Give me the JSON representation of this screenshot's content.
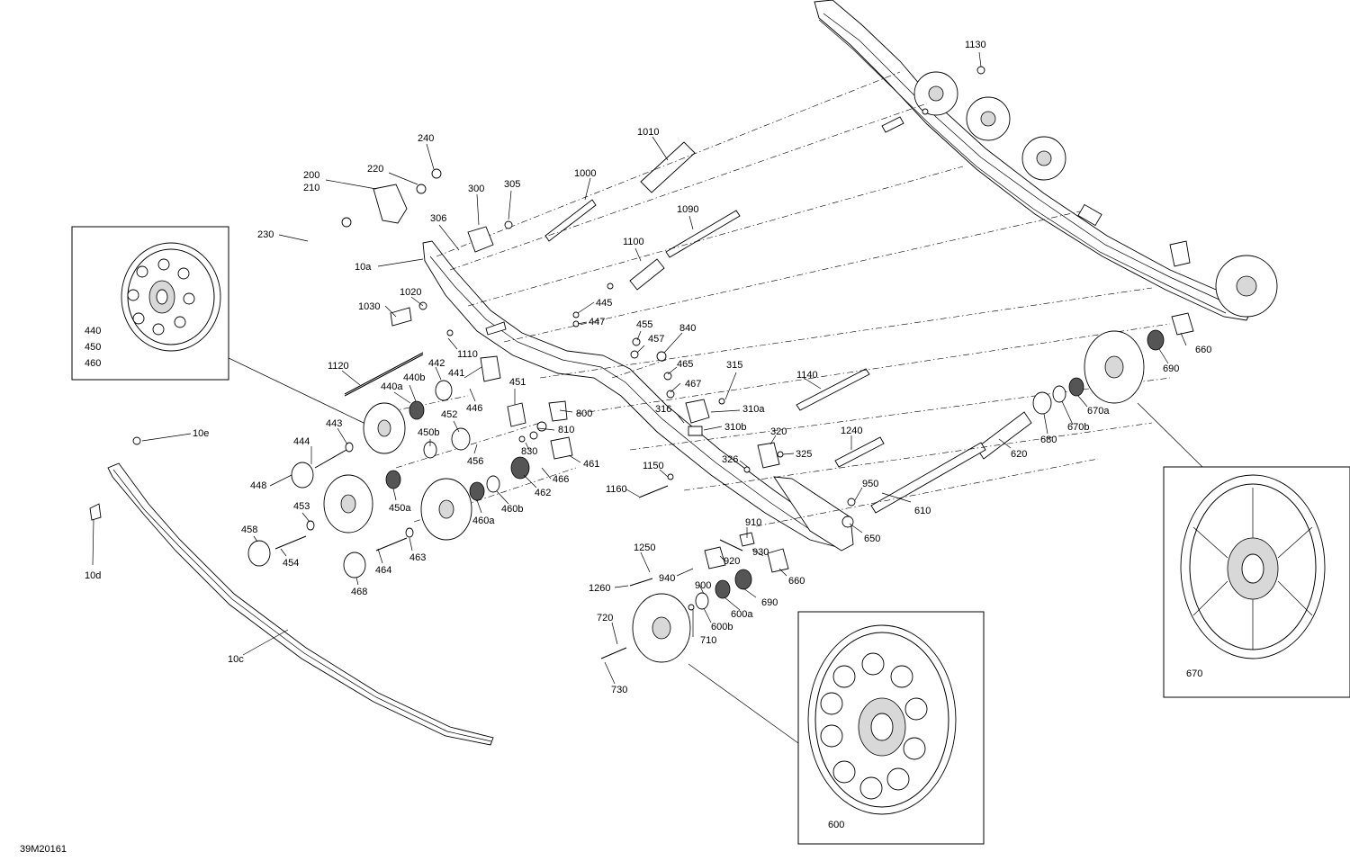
{
  "figure_code": "39M20161",
  "callout_labels": [
    {
      "id": "1130",
      "t": "1130"
    },
    {
      "id": "1010",
      "t": "1010"
    },
    {
      "id": "240",
      "t": "240"
    },
    {
      "id": "200",
      "t": "200"
    },
    {
      "id": "210",
      "t": "210"
    },
    {
      "id": "220",
      "t": "220"
    },
    {
      "id": "300",
      "t": "300"
    },
    {
      "id": "305",
      "t": "305"
    },
    {
      "id": "1000",
      "t": "1000"
    },
    {
      "id": "1090",
      "t": "1090"
    },
    {
      "id": "230",
      "t": "230"
    },
    {
      "id": "306",
      "t": "306"
    },
    {
      "id": "10a",
      "t": "10a"
    },
    {
      "id": "1100",
      "t": "1100"
    },
    {
      "id": "1020",
      "t": "1020"
    },
    {
      "id": "1030",
      "t": "1030"
    },
    {
      "id": "445",
      "t": "445"
    },
    {
      "id": "447",
      "t": "447"
    },
    {
      "id": "455",
      "t": "455"
    },
    {
      "id": "840",
      "t": "840"
    },
    {
      "id": "457",
      "t": "457"
    },
    {
      "id": "1110",
      "t": "1110"
    },
    {
      "id": "465",
      "t": "465"
    },
    {
      "id": "467",
      "t": "467"
    },
    {
      "id": "315",
      "t": "315"
    },
    {
      "id": "1120",
      "t": "1120"
    },
    {
      "id": "442",
      "t": "442"
    },
    {
      "id": "440b",
      "t": "440b"
    },
    {
      "id": "441",
      "t": "441"
    },
    {
      "id": "440a",
      "t": "440a"
    },
    {
      "id": "451",
      "t": "451"
    },
    {
      "id": "446",
      "t": "446"
    },
    {
      "id": "1140",
      "t": "1140"
    },
    {
      "id": "316",
      "t": "316"
    },
    {
      "id": "310a",
      "t": "310a"
    },
    {
      "id": "800",
      "t": "800"
    },
    {
      "id": "452",
      "t": "452"
    },
    {
      "id": "810",
      "t": "810"
    },
    {
      "id": "310b",
      "t": "310b"
    },
    {
      "id": "443",
      "t": "443"
    },
    {
      "id": "10e",
      "t": "10e"
    },
    {
      "id": "450b",
      "t": "450b"
    },
    {
      "id": "320",
      "t": "320"
    },
    {
      "id": "1240",
      "t": "1240"
    },
    {
      "id": "444",
      "t": "444"
    },
    {
      "id": "830",
      "t": "830"
    },
    {
      "id": "456",
      "t": "456"
    },
    {
      "id": "325",
      "t": "325"
    },
    {
      "id": "461",
      "t": "461"
    },
    {
      "id": "326",
      "t": "326"
    },
    {
      "id": "1150",
      "t": "1150"
    },
    {
      "id": "448",
      "t": "448"
    },
    {
      "id": "466",
      "t": "466"
    },
    {
      "id": "462",
      "t": "462"
    },
    {
      "id": "950",
      "t": "950"
    },
    {
      "id": "1160",
      "t": "1160"
    },
    {
      "id": "450a",
      "t": "450a"
    },
    {
      "id": "460b",
      "t": "460b"
    },
    {
      "id": "453",
      "t": "453"
    },
    {
      "id": "460a",
      "t": "460a"
    },
    {
      "id": "610",
      "t": "610"
    },
    {
      "id": "910",
      "t": "910"
    },
    {
      "id": "458",
      "t": "458"
    },
    {
      "id": "650",
      "t": "650"
    },
    {
      "id": "454",
      "t": "454"
    },
    {
      "id": "463",
      "t": "463"
    },
    {
      "id": "930",
      "t": "930"
    },
    {
      "id": "1250",
      "t": "1250"
    },
    {
      "id": "920",
      "t": "920"
    },
    {
      "id": "464",
      "t": "464"
    },
    {
      "id": "940",
      "t": "940"
    },
    {
      "id": "660b",
      "t": "660"
    },
    {
      "id": "10d",
      "t": "10d"
    },
    {
      "id": "1260",
      "t": "1260"
    },
    {
      "id": "900",
      "t": "900"
    },
    {
      "id": "690b",
      "t": "690"
    },
    {
      "id": "468",
      "t": "468"
    },
    {
      "id": "600a",
      "t": "600a"
    },
    {
      "id": "720",
      "t": "720"
    },
    {
      "id": "600b",
      "t": "600b"
    },
    {
      "id": "710",
      "t": "710"
    },
    {
      "id": "10c",
      "t": "10c"
    },
    {
      "id": "730",
      "t": "730"
    },
    {
      "id": "660a",
      "t": "660"
    },
    {
      "id": "690a",
      "t": "690"
    },
    {
      "id": "670a",
      "t": "670a"
    },
    {
      "id": "670b",
      "t": "670b"
    },
    {
      "id": "680",
      "t": "680"
    },
    {
      "id": "620",
      "t": "620"
    }
  ],
  "inset_labels": {
    "wheel_top_left": [
      "440",
      "450",
      "460"
    ],
    "wheel_right": [
      "670"
    ],
    "wheel_bottom": [
      "600"
    ]
  }
}
